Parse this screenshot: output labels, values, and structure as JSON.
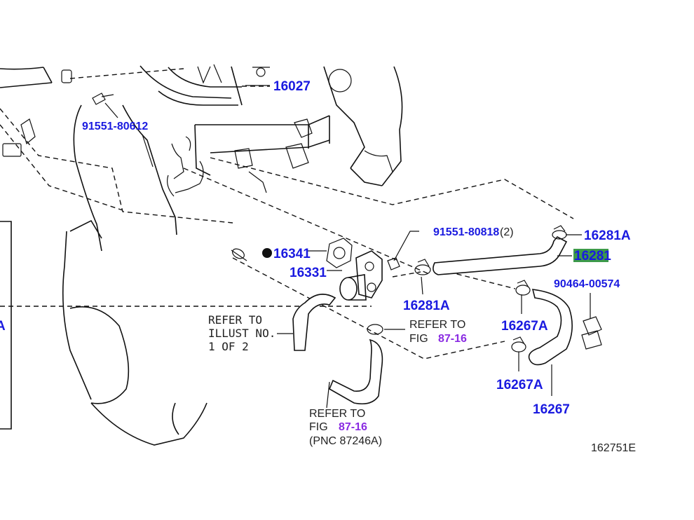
{
  "parts": {
    "p16027": "16027",
    "p91551_80612": "91551-80612",
    "p91551_80818": "91551-80818",
    "p91551_80818_qty": "(2)",
    "p16281A_top": "16281A",
    "p16281": "16281",
    "p16341": "16341",
    "p16331": "16331",
    "p16281A_bottom": "16281A",
    "p90464_00574": "90464-00574",
    "p16267A_upper": "16267A",
    "p16267A_lower": "16267A",
    "p16267": "16267",
    "left_edge_fragment": "A"
  },
  "notes": {
    "refer_illust_line1": "REFER TO",
    "refer_illust_line2": "ILLUST NO.",
    "refer_illust_line3": "1 OF 2",
    "refer_fig_right_line1": "REFER TO",
    "refer_fig_right_prefix": "FIG",
    "refer_fig_right_link": "87-16",
    "refer_fig_bottom_line1": "REFER TO",
    "refer_fig_bottom_prefix": "FIG",
    "refer_fig_bottom_link": "87-16",
    "refer_fig_bottom_pnc": "(PNC 87246A)"
  },
  "illustration_id": "162751E",
  "colors": {
    "part_label": "#1a1ae0",
    "figure_link": "#8a2be2",
    "highlight_bg": "#3d9a4a",
    "highlight_text": "#1a1ae0",
    "line": "#111111"
  }
}
